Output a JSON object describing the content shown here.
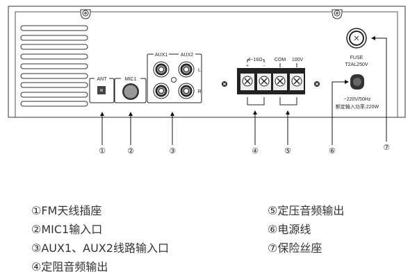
{
  "panel": {
    "ant_label": "ANT",
    "mic_label": "MIC1",
    "aux1_label": "AUX1",
    "aux2_label": "AUX2",
    "left_label": "L",
    "right_label": "R",
    "impedance_label": "4~16Ω",
    "plus_label": "+",
    "minus_label": "-",
    "com_label": "COM",
    "voltage_label": "100V",
    "fuse_label": "FUSE",
    "fuse_rating": "T2AL250V",
    "power_spec": "~220V/50Hz",
    "power_rating": "额定输入功率:220W"
  },
  "callouts": [
    "①",
    "②",
    "③",
    "④",
    "⑤",
    "⑥",
    "⑦"
  ],
  "legend": {
    "left": [
      "①FM天线插座",
      "②MIC1输入口",
      "③AUX1、AUX2线路输入口",
      "④定阻音频输出"
    ],
    "right": [
      "⑤定压音频输出",
      "⑥电源线",
      "⑦保险丝座"
    ]
  }
}
